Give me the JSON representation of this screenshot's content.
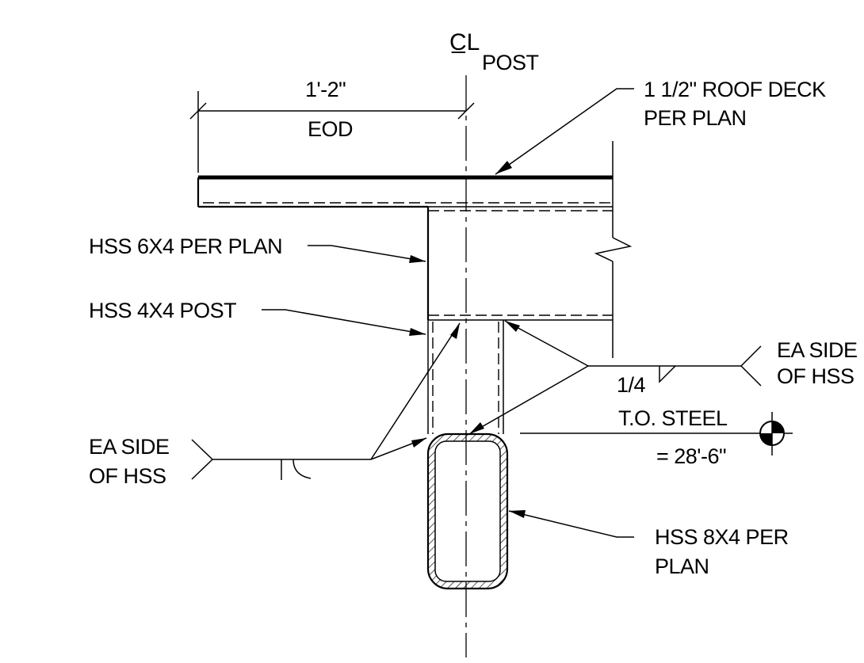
{
  "labels": {
    "centerline_symbol": "C̲L",
    "centerline_text": "POST",
    "dimension_value": "1'-2\"",
    "dimension_note": "EOD",
    "roof_deck_line1": "1 1/2\" ROOF DECK",
    "roof_deck_line2": "PER PLAN",
    "hss_6x4": "HSS 6X4 PER PLAN",
    "hss_4x4": "HSS 4X4 POST",
    "weld_right_line1": "EA SIDE",
    "weld_right_line2": "OF HSS",
    "weld_size": "1/4",
    "steel_elev_line1": "T.O. STEEL",
    "steel_elev_line2": "= 28'-6\"",
    "weld_left_line1": "EA SIDE",
    "weld_left_line2": "OF HSS",
    "hss_8x4_line1": "HSS 8X4 PER",
    "hss_8x4_line2": "PLAN"
  },
  "colors": {
    "ink": "#000000",
    "background": "#ffffff"
  }
}
